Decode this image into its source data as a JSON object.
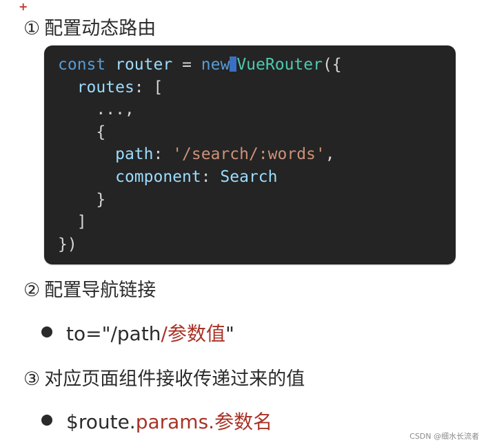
{
  "marker": "+",
  "step1": {
    "number": "①",
    "title": "配置动态路由"
  },
  "code": {
    "line1": {
      "kw_const": "const",
      "var_router": "router",
      "op_eq": "=",
      "kw_new": "new",
      "cls_vuerouter": "VueRouter",
      "punc_open": "({"
    },
    "line2": {
      "key_routes": "routes",
      "punc": ": ["
    },
    "line3": {
      "text": "...,"
    },
    "line4": {
      "text": "{"
    },
    "line5": {
      "key_path": "path",
      "colon": ": ",
      "str_path": "'/search/:words'",
      "comma": ","
    },
    "line6": {
      "key_component": "component",
      "colon": ": ",
      "val_search": "Search"
    },
    "line7": {
      "text": "}"
    },
    "line8": {
      "text": "]"
    },
    "line9": {
      "text": "})"
    }
  },
  "step2": {
    "number": "②",
    "title": "配置导航链接"
  },
  "bullet1": {
    "prefix": "to=\"/path",
    "accent": "/参数值",
    "suffix": "\""
  },
  "step3": {
    "number": "③",
    "title": "对应页面组件接收传递过来的值"
  },
  "bullet2": {
    "prefix": "$route.",
    "accent": "params.参数名"
  },
  "watermark": "CSDN @细水长流者"
}
